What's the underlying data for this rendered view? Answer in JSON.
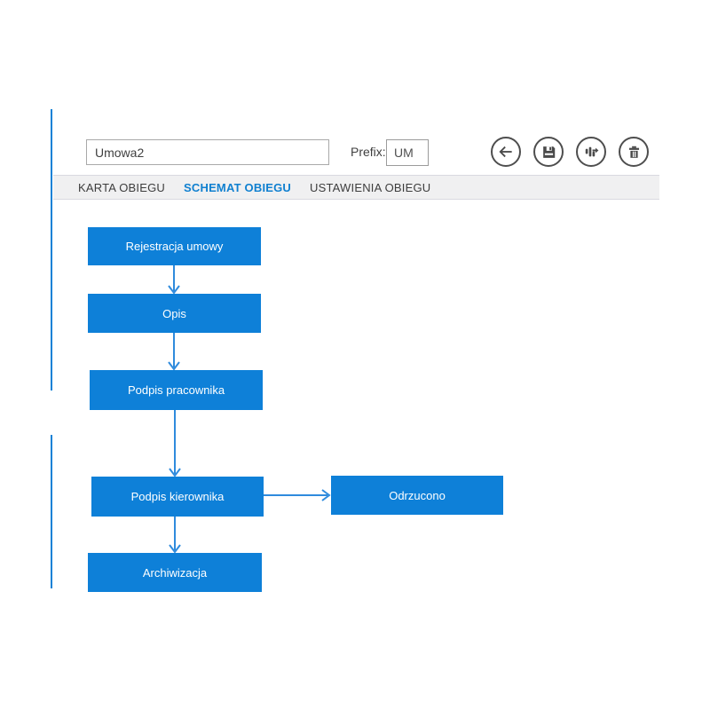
{
  "form": {
    "name_value": "Umowa2",
    "prefix_label": "Prefix:",
    "prefix_value": "UM"
  },
  "toolbar": {
    "buttons": [
      {
        "name": "back",
        "icon": "arrow-left-icon"
      },
      {
        "name": "save",
        "icon": "save-diskette-icon"
      },
      {
        "name": "export",
        "icon": "flow-transfer-icon"
      },
      {
        "name": "delete",
        "icon": "trash-icon"
      }
    ]
  },
  "tabs": [
    {
      "label": "KARTA OBIEGU",
      "active": false
    },
    {
      "label": "SCHEMAT OBIEGU",
      "active": true
    },
    {
      "label": "USTAWIENIA OBIEGU",
      "active": false
    }
  ],
  "flowchart": {
    "nodes": [
      {
        "label": "Rejestracja umowy"
      },
      {
        "label": "Opis"
      },
      {
        "label": "Podpis pracownika"
      },
      {
        "label": "Podpis kierownika"
      },
      {
        "label": "Odrzucono"
      },
      {
        "label": "Archiwizacja"
      }
    ],
    "edges": [
      {
        "from": "Rejestracja umowy",
        "to": "Opis"
      },
      {
        "from": "Opis",
        "to": "Podpis pracownika"
      },
      {
        "from": "Podpis pracownika",
        "to": "Podpis kierownika"
      },
      {
        "from": "Podpis kierownika",
        "to": "Odrzucono"
      },
      {
        "from": "Podpis kierownika",
        "to": "Archiwizacja"
      }
    ]
  },
  "colors": {
    "node_blue": "#0e80d8",
    "arrow_blue": "#2f8bdd",
    "accent_blue": "#1181d6",
    "active_tab_blue": "#1080d0",
    "icon_gray": "#4a4a4a"
  }
}
